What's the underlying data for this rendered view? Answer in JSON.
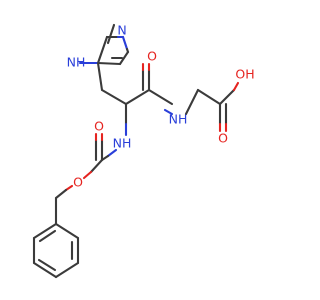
{
  "diagram": {
    "type": "chemical-structure",
    "atom_labels": {
      "imidazole_nh": "NH",
      "imidazole_h": "H",
      "imidazole_n": "N",
      "amide_nh": "NH",
      "amide_h": "H",
      "amide_n": "N",
      "carbamate_nh": "NH",
      "carbamate_h": "H",
      "carbamate_n": "N",
      "amide_o": "O",
      "carbamate_o_double": "O",
      "carbamate_o_ester": "O",
      "acid_oh": "OH",
      "acid_o_double": "O"
    },
    "colors": {
      "bond": "#3b3b3b",
      "nitrogen": "#2a3fd9",
      "oxygen": "#e52420",
      "background": "#ffffff"
    }
  }
}
